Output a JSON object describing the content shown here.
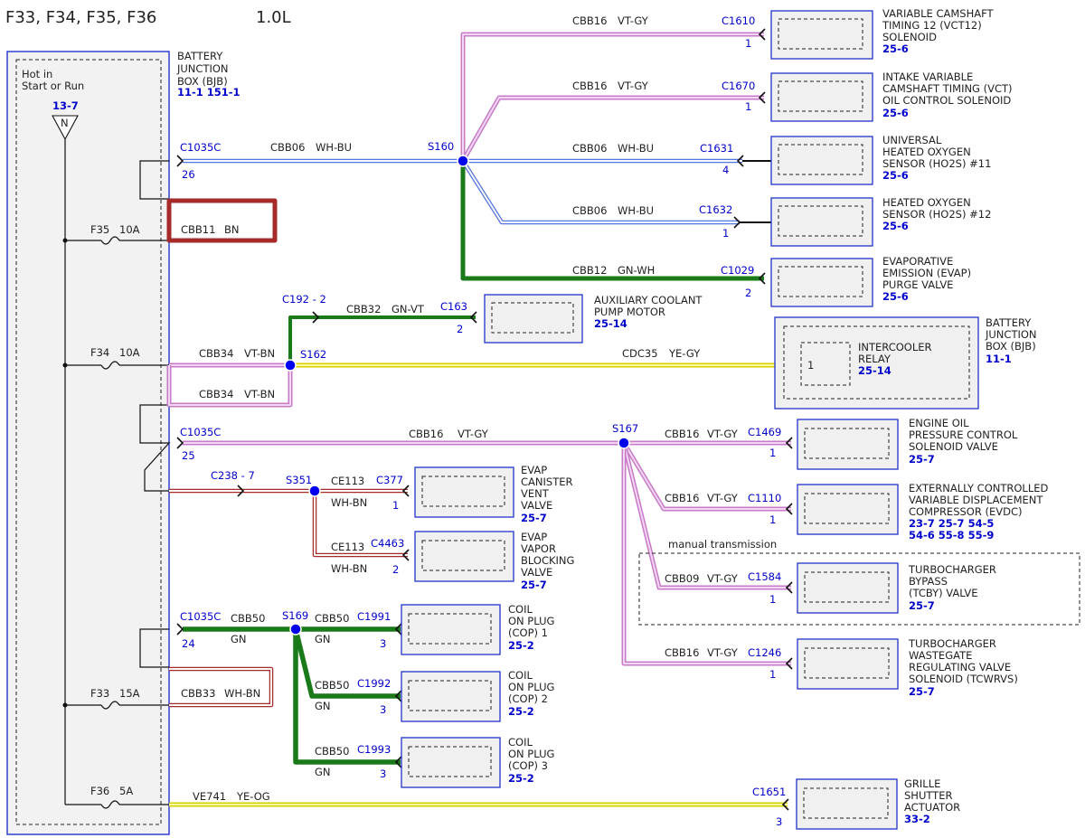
{
  "header": {
    "fuses": "F33, F34, F35, F36",
    "engine": "1.0L"
  },
  "bjb": {
    "name": [
      "BATTERY",
      "JUNCTION",
      "BOX (BJB)"
    ],
    "refs": "11-1   151-1",
    "hot": [
      "Hot in",
      "Start or Run"
    ],
    "ref_hot": "13-7",
    "n": "N"
  },
  "fuses": [
    {
      "name": "F35",
      "rating": "10A"
    },
    {
      "name": "F34",
      "rating": "10A"
    },
    {
      "name": "F33",
      "rating": "15A"
    },
    {
      "name": "F36",
      "rating": "5A"
    }
  ],
  "connectors": {
    "c1035c": "C1035C",
    "pin26": "26",
    "pin25": "25",
    "pin24": "24",
    "c192": "C192 - 2",
    "c238": "C238 - 7",
    "c163": "C163",
    "c377": "C377",
    "c4463": "C4463",
    "c1610": "C1610",
    "c1670": "C1670",
    "c1631": "C1631",
    "c1632": "C1632",
    "c1029": "C1029",
    "c1469": "C1469",
    "c1110": "C1110",
    "c1584": "C1584",
    "c1246": "C1246",
    "c1991": "C1991",
    "c1992": "C1992",
    "c1993": "C1993",
    "c1651": "C1651"
  },
  "pins": {
    "p1": "1",
    "p2": "2",
    "p3": "3",
    "p4": "4"
  },
  "splices": {
    "s160": "S160",
    "s162": "S162",
    "s167": "S167",
    "s351": "S351",
    "s169": "S169"
  },
  "wires": {
    "cbb16": "CBB16",
    "vtgy": "VT-GY",
    "cbb06": "CBB06",
    "whbu": "WH-BU",
    "cbb12": "CBB12",
    "gnwh": "GN-WH",
    "cbb11": "CBB11",
    "bn": "BN",
    "cbb32": "CBB32",
    "gnvt": "GN-VT",
    "cbb34": "CBB34",
    "vtbn": "VT-BN",
    "cdc35": "CDC35",
    "yegy": "YE-GY",
    "ce113": "CE113",
    "whbn": "WH-BN",
    "cbb09": "CBB09",
    "cbb50": "CBB50",
    "gn": "GN",
    "cbb33": "CBB33",
    "ve741": "VE741",
    "yeog": "YE-OG"
  },
  "components": {
    "vct12": {
      "lines": [
        "VARIABLE CAMSHAFT",
        "TIMING 12 (VCT12)",
        "SOLENOID"
      ],
      "ref": "25-6"
    },
    "vct": {
      "lines": [
        "INTAKE VARIABLE",
        "CAMSHAFT TIMING (VCT)",
        "OIL CONTROL SOLENOID"
      ],
      "ref": "25-6"
    },
    "ho2s11": {
      "lines": [
        "UNIVERSAL",
        "HEATED OXYGEN",
        "SENSOR (HO2S) #11"
      ],
      "ref": "25-6"
    },
    "ho2s12": {
      "lines": [
        "HEATED OXYGEN",
        "SENSOR (HO2S) #12"
      ],
      "ref": "25-6"
    },
    "evap": {
      "lines": [
        "EVAPORATIVE",
        "EMISSION (EVAP)",
        "PURGE VALVE"
      ],
      "ref": "25-6"
    },
    "aux_pump": {
      "lines": [
        "AUXILIARY COOLANT",
        "PUMP MOTOR"
      ],
      "ref": "25-14"
    },
    "bjb2": {
      "lines": [
        "BATTERY",
        "JUNCTION",
        "BOX (BJB)"
      ],
      "ref": "11-1"
    },
    "ic_relay": {
      "lines": [
        "INTERCOOLER",
        "RELAY"
      ],
      "ref": "25-14",
      "pin": "1"
    },
    "oil_ctrl": {
      "lines": [
        "ENGINE OIL",
        "PRESSURE CONTROL",
        "SOLENOID VALVE"
      ],
      "ref": "25-7"
    },
    "evdc": {
      "lines": [
        "EXTERNALLY CONTROLLED",
        "VARIABLE DISPLACEMENT",
        "COMPRESSOR (EVDC)"
      ],
      "refs": [
        "23-7  25-7  54-5",
        "54-6  55-8  55-9"
      ]
    },
    "manual": "manual transmission",
    "tcby": {
      "lines": [
        "TURBOCHARGER",
        "BYPASS",
        "(TCBY) VALVE"
      ],
      "ref": "25-7"
    },
    "tcwrvs": {
      "lines": [
        "TURBOCHARGER",
        "WASTEGATE",
        "REGULATING VALVE",
        "SOLENOID (TCWRVS)"
      ],
      "ref": "25-7"
    },
    "canister": {
      "lines": [
        "EVAP",
        "CANISTER",
        "VENT",
        "VALVE"
      ],
      "ref": "25-7"
    },
    "vapor": {
      "lines": [
        "EVAP",
        "VAPOR",
        "BLOCKING",
        "VALVE"
      ],
      "ref": "25-7"
    },
    "cop1": {
      "lines": [
        "COIL",
        "ON PLUG",
        "(COP) 1"
      ],
      "ref": "25-2"
    },
    "cop2": {
      "lines": [
        "COIL",
        "ON PLUG",
        "(COP) 2"
      ],
      "ref": "25-2"
    },
    "cop3": {
      "lines": [
        "COIL",
        "ON PLUG",
        "(COP) 3"
      ],
      "ref": "25-2"
    },
    "grille": {
      "lines": [
        "GRILLE",
        "SHUTTER",
        "ACTUATOR"
      ],
      "ref": "33-2"
    }
  },
  "colors": {
    "violet": "#c77bc7",
    "violet_center": "#f3d6f3",
    "green": "#1a7a1a",
    "yellow": "#d6cf00",
    "yellow_center": "#fffaa0",
    "blue": "#5577dd",
    "white": "#ffffff",
    "brown": "#a52a2a",
    "line_blue": "#2233cc",
    "text_blue": "#0000cc"
  }
}
